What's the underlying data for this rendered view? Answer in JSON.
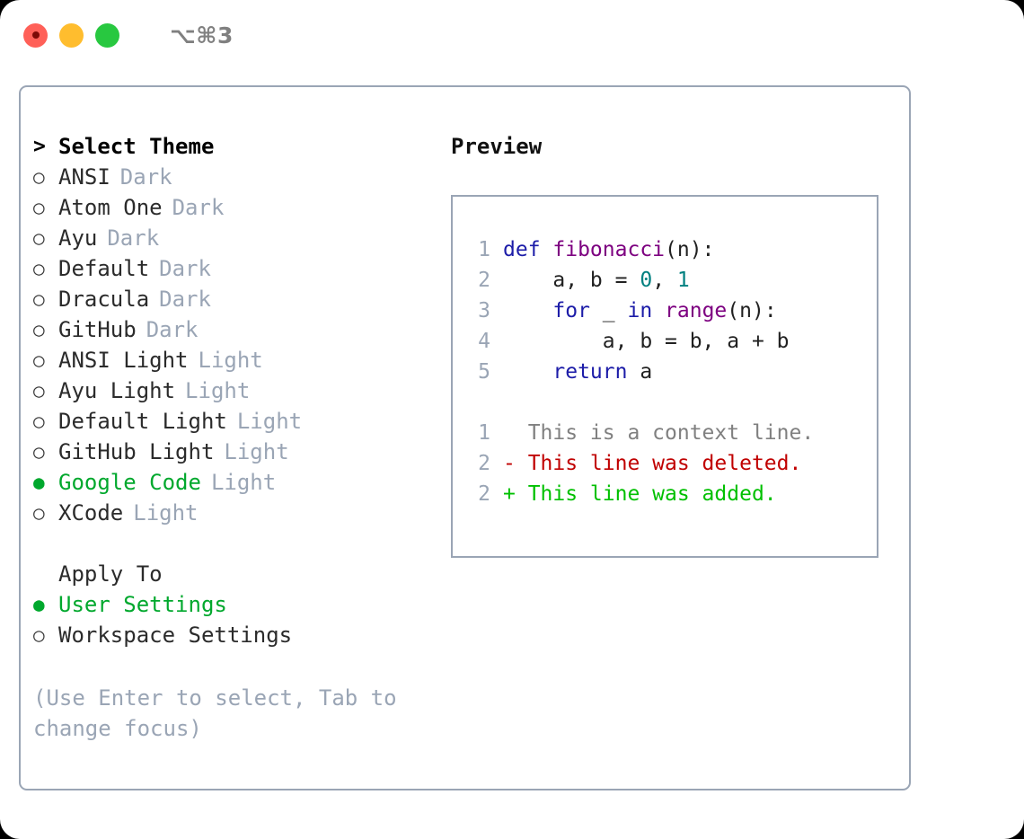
{
  "window": {
    "titlebar_text": "⌥⌘3",
    "traffic_lights": [
      "close",
      "minimize",
      "maximize"
    ]
  },
  "theme_picker": {
    "heading": "Select Theme",
    "heading_marker": ">",
    "selected_theme": "Google Code",
    "items": [
      {
        "marker": "○",
        "name": "ANSI",
        "variant": "Dark",
        "selected": false
      },
      {
        "marker": "○",
        "name": "Atom One",
        "variant": "Dark",
        "selected": false
      },
      {
        "marker": "○",
        "name": "Ayu",
        "variant": "Dark",
        "selected": false
      },
      {
        "marker": "○",
        "name": "Default",
        "variant": "Dark",
        "selected": false
      },
      {
        "marker": "○",
        "name": "Dracula",
        "variant": "Dark",
        "selected": false
      },
      {
        "marker": "○",
        "name": "GitHub",
        "variant": "Dark",
        "selected": false
      },
      {
        "marker": "○",
        "name": "ANSI Light",
        "variant": "Light",
        "selected": false
      },
      {
        "marker": "○",
        "name": "Ayu Light",
        "variant": "Light",
        "selected": false
      },
      {
        "marker": "○",
        "name": "Default Light",
        "variant": "Light",
        "selected": false
      },
      {
        "marker": "○",
        "name": "GitHub Light",
        "variant": "Light",
        "selected": false
      },
      {
        "marker": "●",
        "name": "Google Code",
        "variant": "Light",
        "selected": true
      },
      {
        "marker": "○",
        "name": "XCode",
        "variant": "Light",
        "selected": false
      }
    ]
  },
  "apply_to": {
    "heading": "Apply To",
    "selected_option": "User Settings",
    "options": [
      {
        "marker": "●",
        "label": "User Settings",
        "selected": true
      },
      {
        "marker": "○",
        "label": "Workspace Settings",
        "selected": false
      }
    ]
  },
  "hint": "(Use Enter to select, Tab to change focus)",
  "preview": {
    "title": "Preview",
    "code_lines": [
      {
        "no": "1",
        "segments": [
          {
            "t": "def ",
            "c": "kw"
          },
          {
            "t": "fibonacci",
            "c": "fn"
          },
          {
            "t": "(n):",
            "c": "pl"
          }
        ]
      },
      {
        "no": "2",
        "segments": [
          {
            "t": "    a, b = ",
            "c": "pl"
          },
          {
            "t": "0",
            "c": "num"
          },
          {
            "t": ", ",
            "c": "pl"
          },
          {
            "t": "1",
            "c": "num"
          }
        ]
      },
      {
        "no": "3",
        "segments": [
          {
            "t": "    for ",
            "c": "kw"
          },
          {
            "t": "_ ",
            "c": "pl"
          },
          {
            "t": "in ",
            "c": "kw"
          },
          {
            "t": "range",
            "c": "fn"
          },
          {
            "t": "(n):",
            "c": "pl"
          }
        ]
      },
      {
        "no": "4",
        "segments": [
          {
            "t": "        a, b = b, a + b",
            "c": "pl"
          }
        ]
      },
      {
        "no": "5",
        "segments": [
          {
            "t": "    return ",
            "c": "kw"
          },
          {
            "t": "a",
            "c": "pl"
          }
        ]
      }
    ],
    "diff_lines": [
      {
        "no": "1",
        "prefix": "  ",
        "text": "This is a context line.",
        "kind": "ctx"
      },
      {
        "no": "2",
        "prefix": "- ",
        "text": "This line was deleted.",
        "kind": "del"
      },
      {
        "no": "2",
        "prefix": "+ ",
        "text": "This line was added.",
        "kind": "add"
      }
    ]
  },
  "colors": {
    "accent_green": "#00a82d",
    "muted": "#9aa5b5",
    "border": "#9aa5b5",
    "keyword": "#1c1ca8",
    "function": "#7d0080",
    "number": "#008080",
    "diff_deleted": "#c00000",
    "diff_added": "#00c000",
    "diff_context": "#808080"
  }
}
